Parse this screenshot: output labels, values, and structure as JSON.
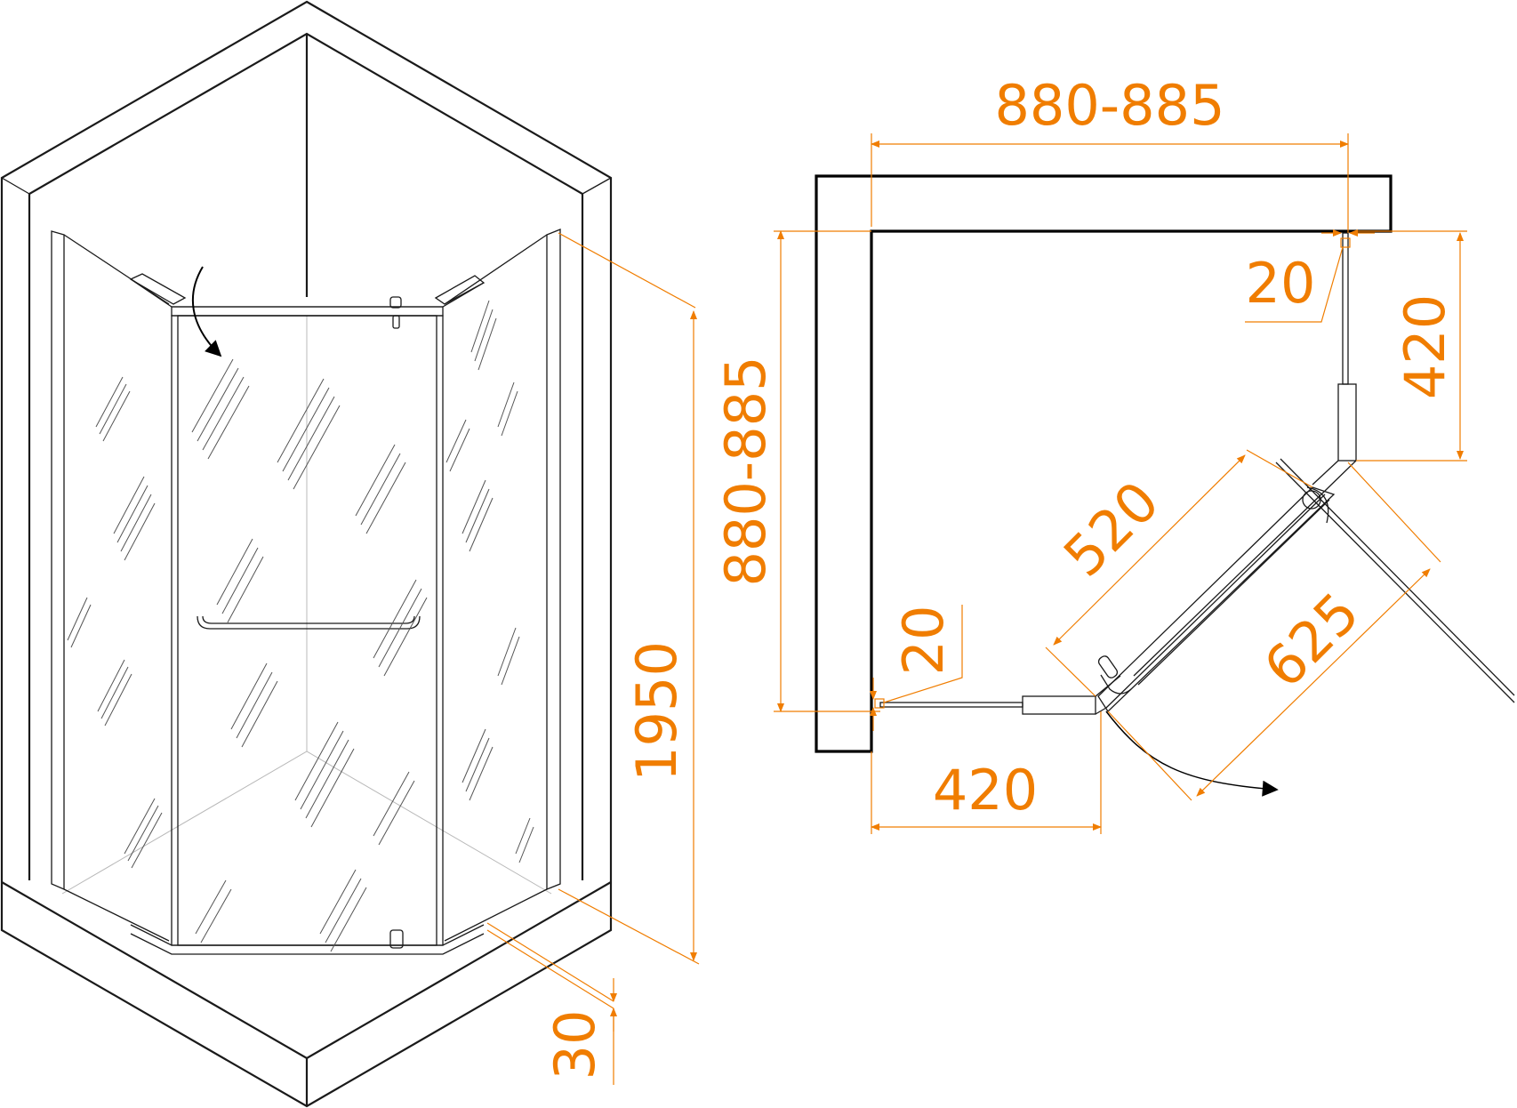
{
  "colors": {
    "dimension": "#f07d00",
    "line": "#1a1a1a",
    "background": "#ffffff"
  },
  "elevation": {
    "height_label": "1950",
    "tray_label": "30"
  },
  "plan": {
    "top_width_label": "880-885",
    "side_depth_label": "880-885",
    "right_offset_label": "420",
    "bottom_offset_label": "420",
    "right_gap_label": "20",
    "left_gap_label": "20",
    "door_opening_label": "520",
    "door_panel_label": "625"
  },
  "icons": [
    "door-swing-arrow-icon",
    "open-direction-arrow-icon"
  ]
}
